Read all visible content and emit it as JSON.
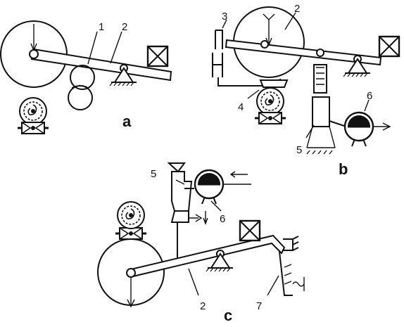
{
  "labels": {
    "a": {
      "callout_1": "1",
      "callout_2": "2",
      "subfigure": "a"
    },
    "b": {
      "callout_2": "2",
      "callout_3": "3",
      "callout_4": "4",
      "callout_5": "5",
      "callout_6": "6",
      "subfigure": "b"
    },
    "c": {
      "callout_2": "2",
      "callout_5": "5",
      "callout_6": "6",
      "callout_7": "7",
      "subfigure": "c"
    }
  }
}
